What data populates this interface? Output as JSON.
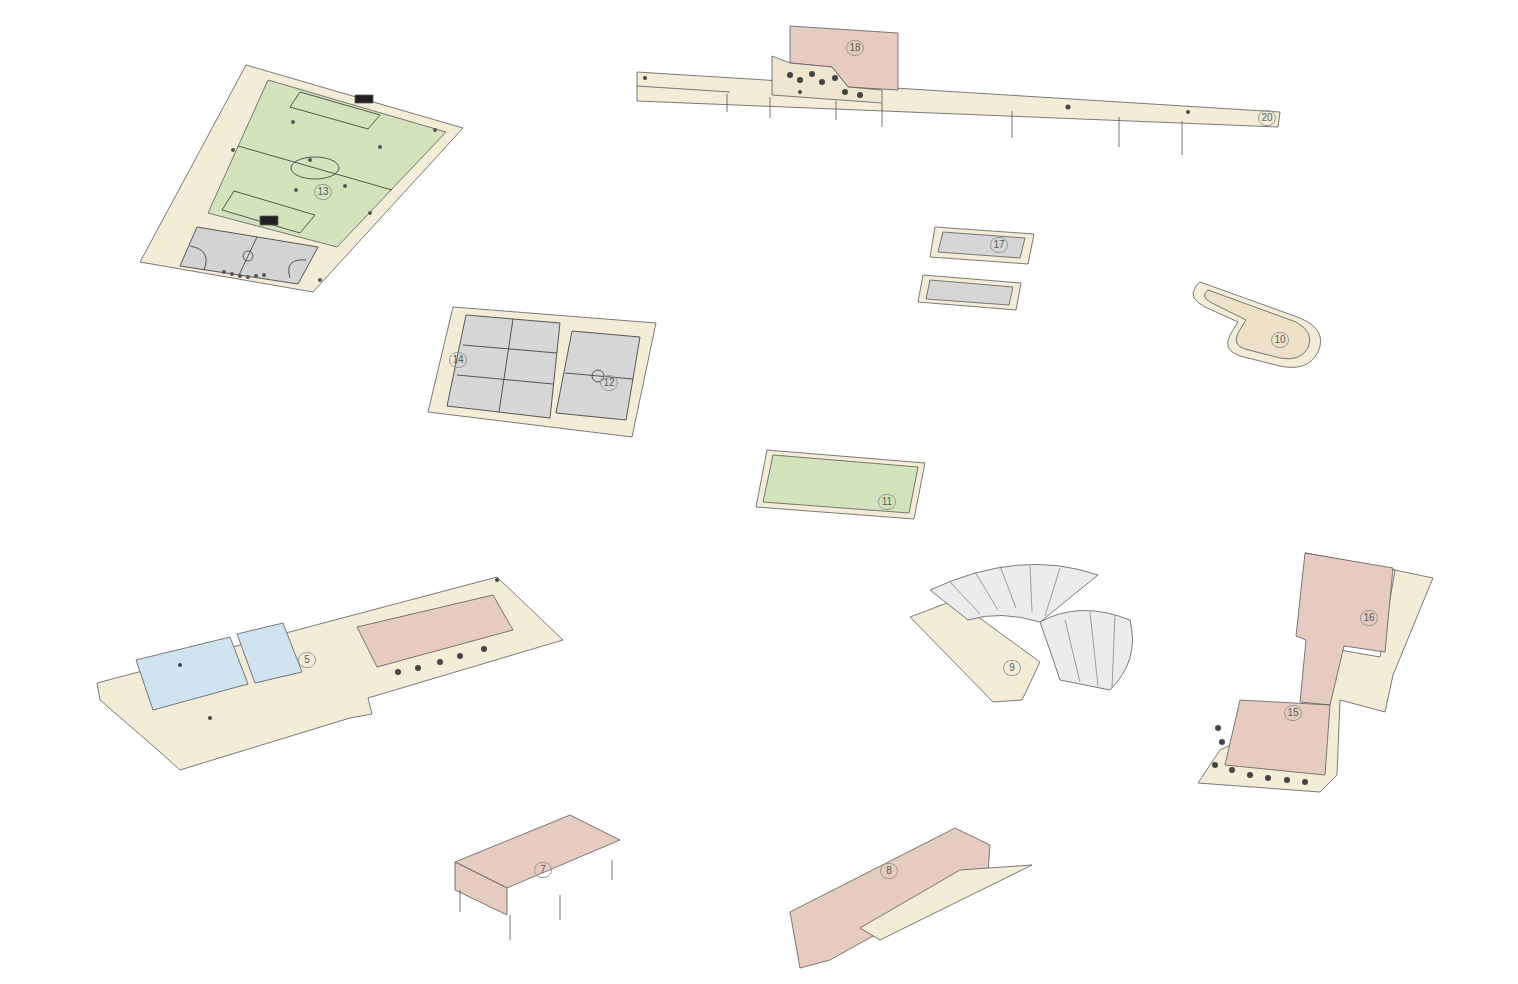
{
  "diagram": {
    "labels": [
      "18",
      "20",
      "13",
      "17",
      "10",
      "14",
      "12",
      "11",
      "16",
      "5",
      "9",
      "15",
      "7",
      "8"
    ]
  }
}
